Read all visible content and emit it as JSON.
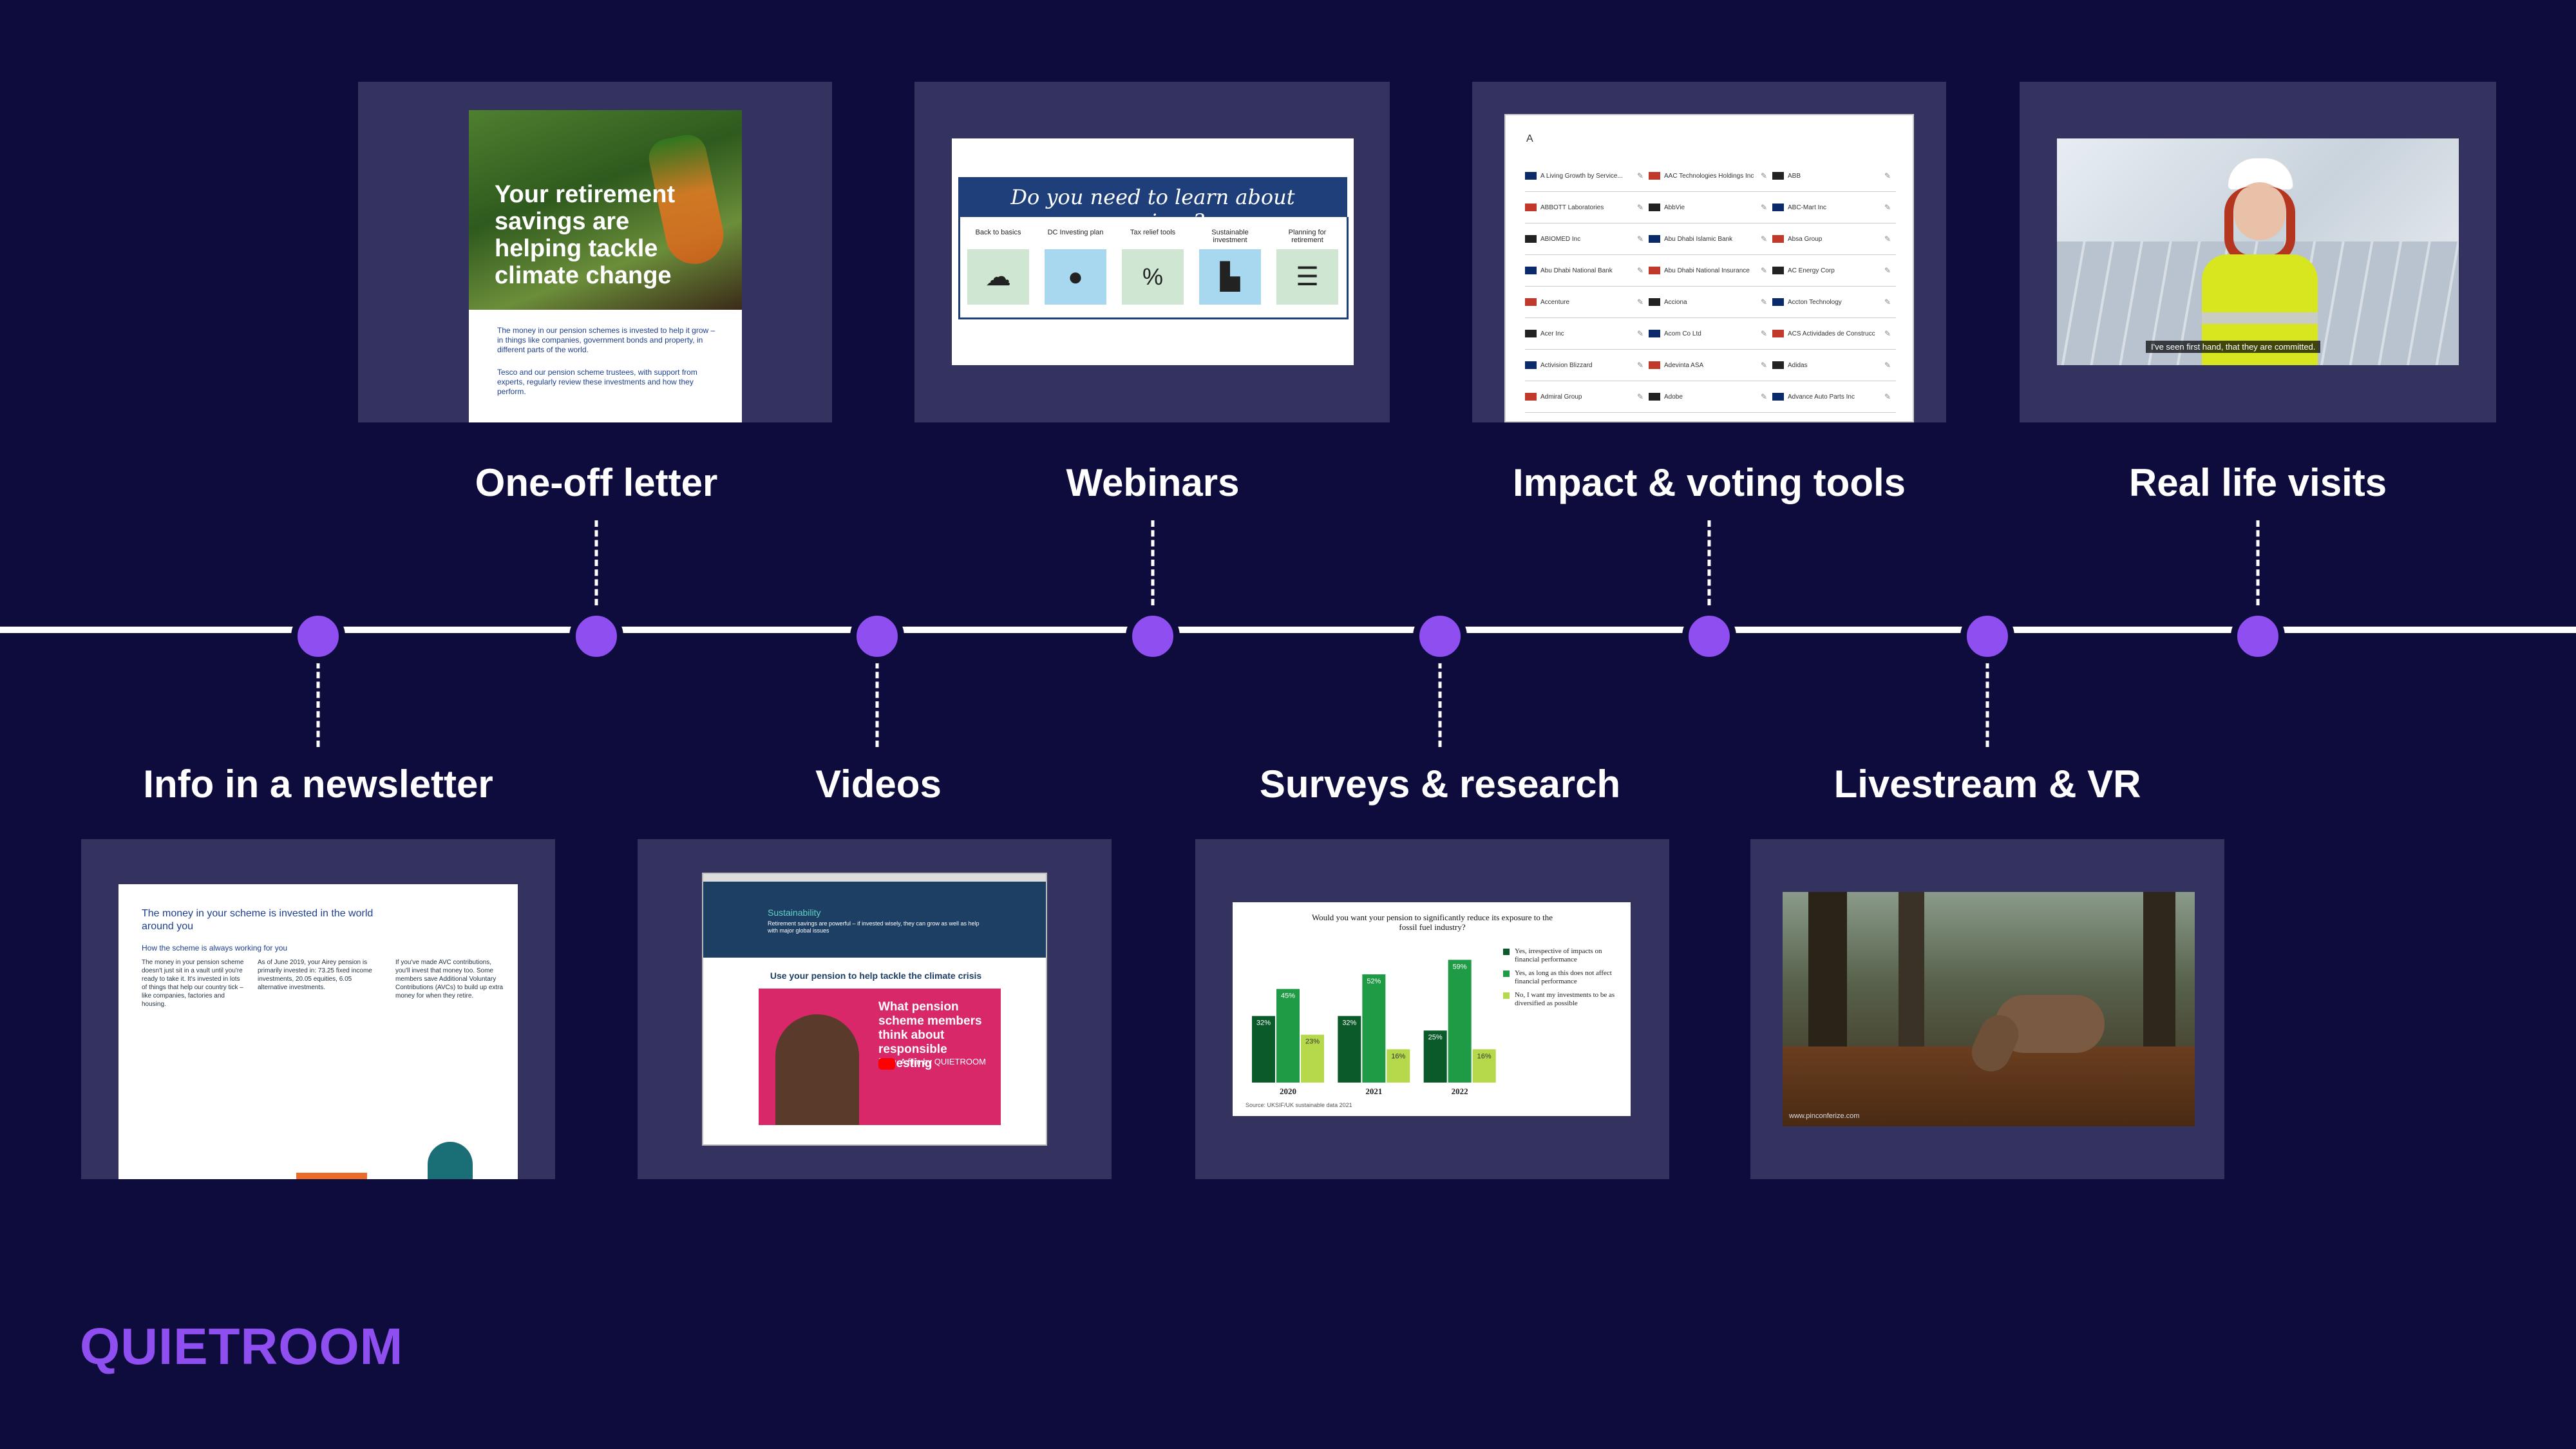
{
  "labels": {
    "newsletter": "Info in a newsletter",
    "letter": "One-off letter",
    "videos": "Videos",
    "webinars": "Webinars",
    "surveys": "Surveys & research",
    "impact": "Impact & voting tools",
    "livestream": "Livestream & VR",
    "visits": "Real life visits"
  },
  "brand": {
    "logo": "QUIETROOM",
    "accent": "#8f4ff0",
    "background": "#0e0b3d",
    "panel": "#34325e"
  },
  "letter_thumb": {
    "headline": "Your retirement savings are helping tackle climate change",
    "body1": "The money in our pension schemes is invested to help it grow – in things like companies, government bonds and property, in different parts of the world.",
    "body2": "Tesco and our pension scheme trustees, with support from experts, regularly review these investments and how they perform."
  },
  "webinar_thumb": {
    "title": "Do you need to learn about pensions?",
    "items": [
      "Back to basics",
      "DC Investing plan",
      "Tax relief tools",
      "Sustainable investment",
      "Planning for retirement"
    ]
  },
  "newsletter_thumb": {
    "title": "The money in your scheme is invested in the world around you",
    "subtitle": "How the scheme is always working for you",
    "col1": "The money in your pension scheme doesn't just sit in a vault until you're ready to take it. It's invested in lots of things that help our country tick – like companies, factories and housing.",
    "col2": "As of June 2019, your Airey pension is primarily invested in: 73.25 fixed income investments, 20.05 equities, 6.05 alternative investments.",
    "col3": "If you've made AVC contributions, you'll invest that money too. Some members save Additional Voluntary Contributions (AVCs) to build up extra money for when they retire."
  },
  "video_thumb": {
    "section": "Sustainability",
    "section_text": "Retirement savings are powerful – if invested wisely, they can grow as well as help with major global issues",
    "heading": "Use your pension to help tackle the climate crisis",
    "overlay": "What pension scheme members think about responsible investing",
    "film": "A film by QUIETROOM"
  },
  "survey_thumb": {
    "title": "Would you want your pension to significantly reduce its exposure to the fossil fuel industry?",
    "legend": [
      "Yes, irrespective of impacts on financial performance",
      "Yes, as long as this does not affect financial performance",
      "No, I want my investments to be as diversified as possible"
    ],
    "source": "Source: UKSIF/UK sustainable data 2021"
  },
  "impact_thumb": {
    "letter": "A",
    "rows": [
      [
        "A Living Growth by Service...",
        "AAC Technologies Holdings Inc",
        "ABB"
      ],
      [
        "ABBOTT Laboratories",
        "AbbVie",
        "ABC-Mart Inc"
      ],
      [
        "ABIOMED Inc",
        "Abu Dhabi Islamic Bank",
        "Absa Group"
      ],
      [
        "Abu Dhabi National Bank",
        "Abu Dhabi National Insurance",
        "AC Energy Corp"
      ],
      [
        "Accenture",
        "Acciona",
        "Accton Technology"
      ],
      [
        "Acer Inc",
        "Acom Co Ltd",
        "ACS Actividades de Construcc"
      ],
      [
        "Activision Blizzard",
        "Adevinta ASA",
        "Adidas"
      ],
      [
        "Admiral Group",
        "Adobe",
        "Advance Auto Parts Inc"
      ]
    ]
  },
  "visit_thumb": {
    "caption": "I've seen first hand, that they are committed."
  },
  "vr_thumb": {
    "caption": "www.pinconferize.com"
  },
  "chart_data": {
    "type": "bar",
    "title": "Would you want your pension to significantly reduce its exposure to the fossil fuel industry?",
    "categories": [
      "2020",
      "2021",
      "2022"
    ],
    "series": [
      {
        "name": "Yes, irrespective of impacts on financial performance",
        "color": "#0b5a2a",
        "values": [
          32,
          32,
          25
        ]
      },
      {
        "name": "Yes, as long as this does not affect financial performance",
        "color": "#1f9a45",
        "values": [
          45,
          52,
          59
        ]
      },
      {
        "name": "No, I want my investments to be as diversified as possible",
        "color": "#b6d84b",
        "values": [
          23,
          16,
          16
        ]
      }
    ],
    "ylim": [
      0,
      65
    ]
  }
}
